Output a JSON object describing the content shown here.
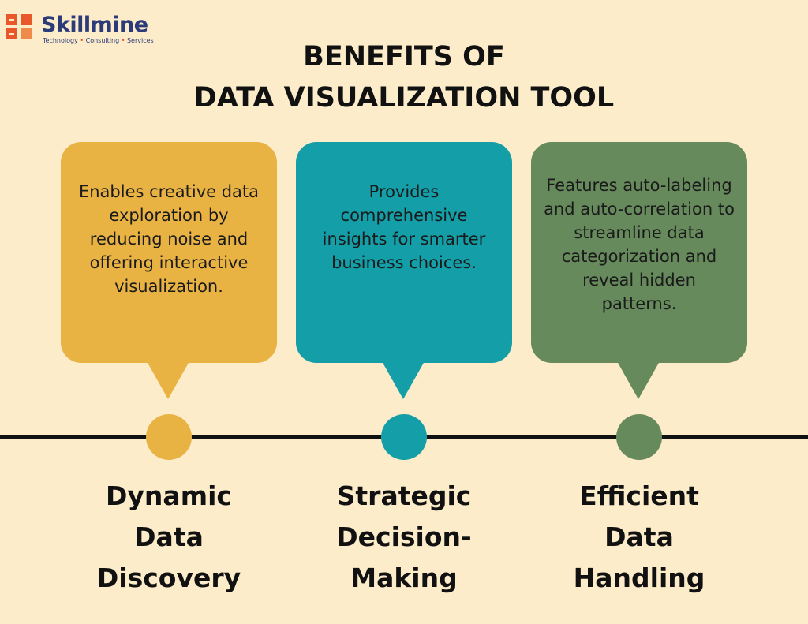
{
  "logo": {
    "name": "Skillmine",
    "tagline": [
      "Technology",
      "Consulting",
      "Services"
    ],
    "colors": {
      "accent": "#e8582b",
      "text": "#2b3b7a"
    }
  },
  "title": {
    "line1": "BENEFITS OF",
    "line2": "DATA VISUALIZATION TOOL"
  },
  "benefits": [
    {
      "description": "Enables creative data exploration by reducing noise and offering interactive visualization.",
      "label_lines": [
        "Dynamic",
        "Data",
        "Discovery"
      ],
      "color": "#e9b344"
    },
    {
      "description": "Provides comprehensive insights for smarter business choices.",
      "label_lines": [
        "Strategic",
        "Decision-",
        "Making"
      ],
      "color": "#139ea8"
    },
    {
      "description": "Features auto-labeling and auto-correlation to streamline data categorization and reveal hidden patterns.",
      "label_lines": [
        "Efficient",
        "Data",
        "Handling"
      ],
      "color": "#668a5c"
    }
  ],
  "colors": {
    "background": "#fcecc9",
    "timeline": "#111111"
  }
}
